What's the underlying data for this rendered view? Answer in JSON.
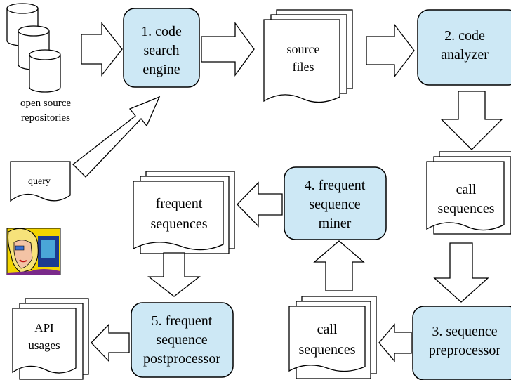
{
  "nodes": {
    "code_search_engine": [
      "1. code",
      "search",
      "engine"
    ],
    "code_analyzer": [
      "2. code",
      "analyzer"
    ],
    "sequence_preprocessor": [
      "3. sequence",
      "preprocessor"
    ],
    "frequent_sequence_miner": [
      "4. frequent",
      "sequence",
      "miner"
    ],
    "frequent_sequence_postprocessor": [
      "5. frequent",
      "sequence",
      "postprocessor"
    ]
  },
  "documents": {
    "source_files": [
      "source",
      "files"
    ],
    "call_sequences_right": [
      "call",
      "sequences"
    ],
    "call_sequences_bottom": [
      "call",
      "sequences"
    ],
    "frequent_sequences": [
      "frequent",
      "sequences"
    ],
    "api_usages": [
      "API",
      "usages"
    ],
    "query": "query"
  },
  "repositories": [
    "open source",
    "repositories"
  ],
  "colors": {
    "process_fill": "#cde8f5",
    "stroke": "#000000"
  },
  "icons": [
    "database-icon",
    "user-avatar-icon"
  ]
}
